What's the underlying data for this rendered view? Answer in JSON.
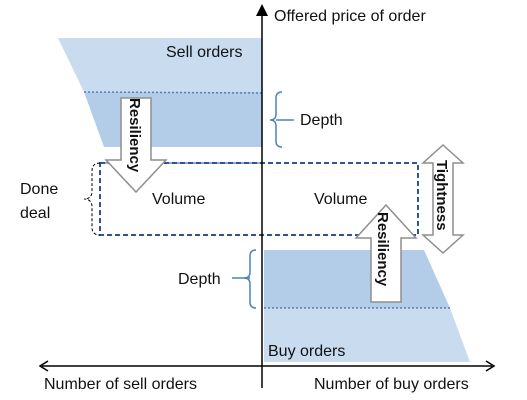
{
  "axes": {
    "y_label": "Offered price of order",
    "x_left_label": "Number of sell orders",
    "x_right_label": "Number of buy orders"
  },
  "regions": {
    "sell": "Sell orders",
    "buy": "Buy orders"
  },
  "labels": {
    "depth_top": "Depth",
    "depth_bottom": "Depth",
    "volume_left": "Volume",
    "volume_right": "Volume",
    "done_deal_line1": "Done",
    "done_deal_line2": "deal"
  },
  "arrows": {
    "resiliency_down": "Resiliency",
    "resiliency_up": "Resiliency",
    "tightness": "Tightness"
  },
  "colors": {
    "region_fill_light": "#e6eff9",
    "region_fill_dark": "#b9d2ec",
    "brace": "#4f81bd",
    "dashed_box": "#2f5597",
    "arrow_fill": "#ffffff",
    "arrow_stroke": "#8e8e8e",
    "axis": "#000000"
  }
}
